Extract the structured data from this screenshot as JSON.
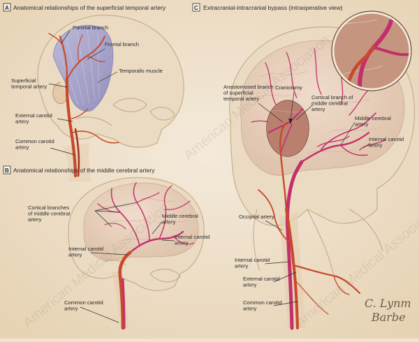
{
  "watermark": "American Medical Association",
  "signature": {
    "line1": "C. Lynm",
    "line2": "Barbe"
  },
  "colors": {
    "artery": "#c8492b",
    "vessel": "#c2306b",
    "background": "#f1e4cf",
    "muscle": "#9b9ac8"
  },
  "panels": [
    {
      "letter": "A",
      "title": "Anatomical relationships of the superficial temporal artery",
      "labels": [
        "Parietal branch",
        "Frontal branch",
        "Temporalis muscle",
        "Superficial temporal artery",
        "External carotid artery",
        "Common carotid artery"
      ]
    },
    {
      "letter": "B",
      "title": "Anatomical relationships of the middle cerebral artery",
      "labels": [
        "Cortical branches of middle cerebral artery",
        "Middle cerebral artery",
        "Internal carotid artery",
        "Internal carotid artery",
        "Common carotid artery"
      ]
    },
    {
      "letter": "C",
      "title": "Extracranial-intracranial bypass (intraoperative view)",
      "labels": [
        "Anastomosed branch of superficial temporal artery",
        "Craniotomy",
        "Cortical branch of middle cerebral artery",
        "Middle cerebral artery",
        "Internal carotid artery",
        "Occipital artery",
        "Internal carotid artery",
        "External carotid artery",
        "Common carotid artery"
      ]
    }
  ]
}
